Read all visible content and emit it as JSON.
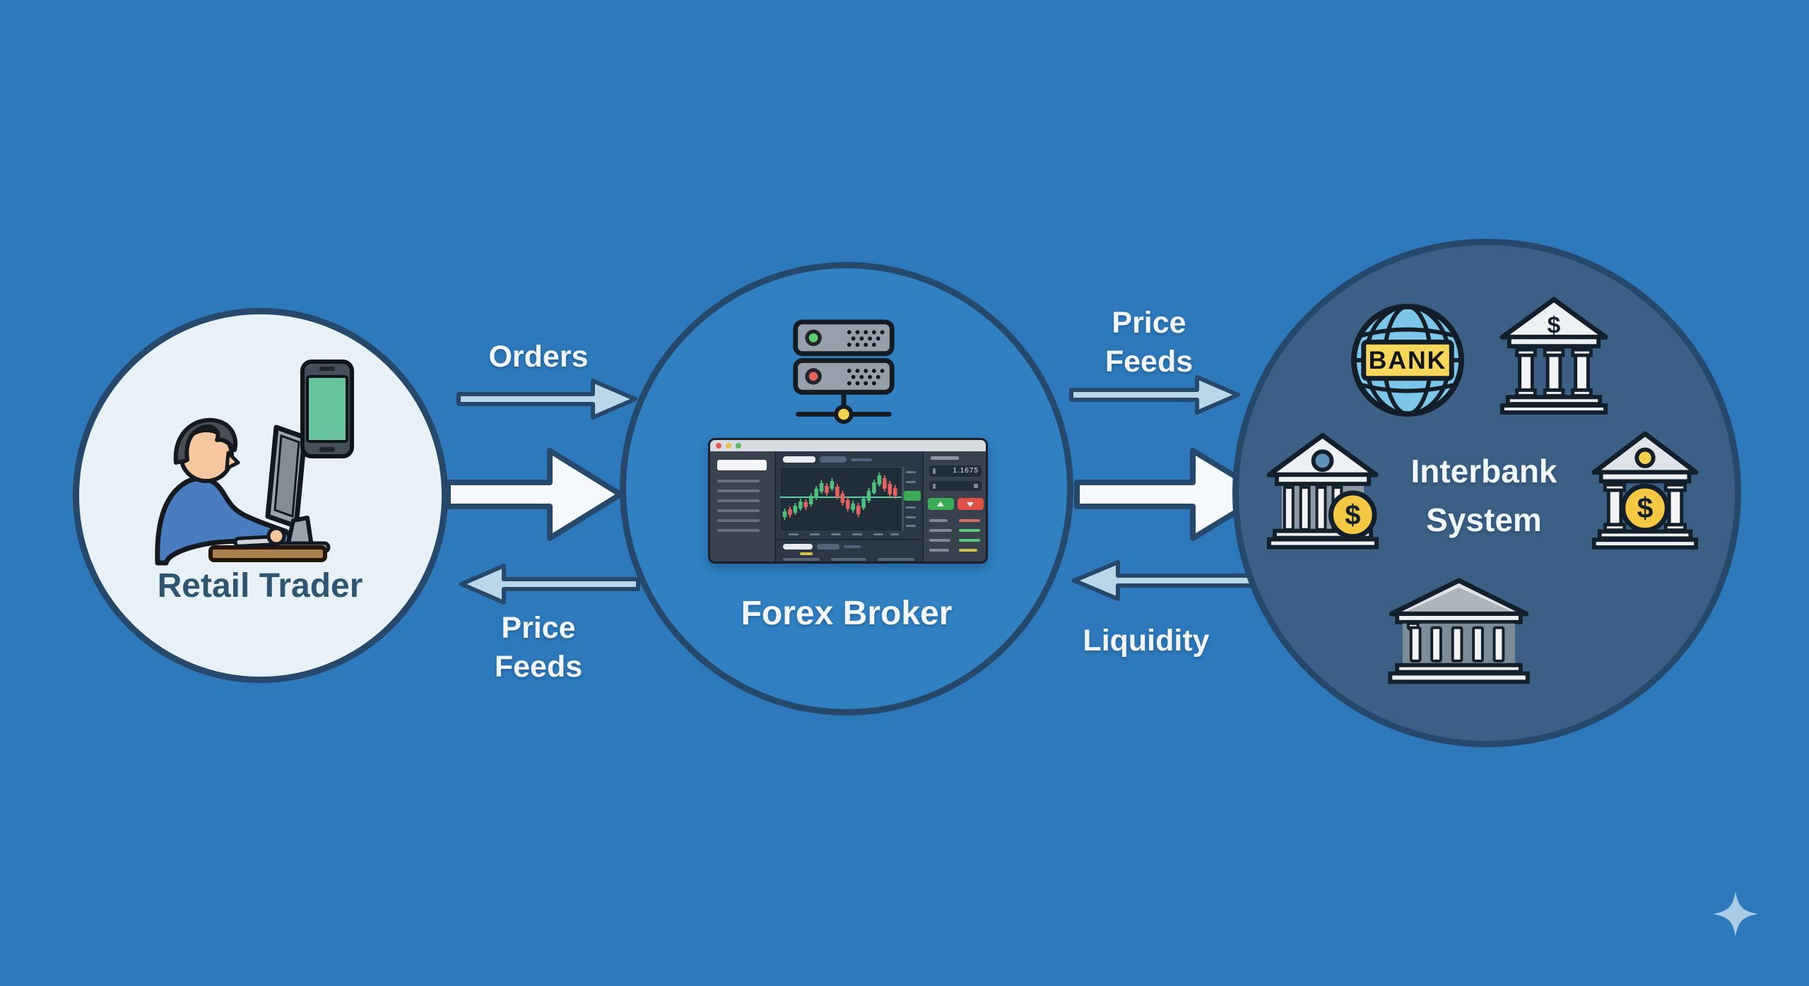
{
  "colors": {
    "background": "#2d79bc",
    "circle_border": "#26486a",
    "trader_circle_fill": "#e9f1f8",
    "broker_circle_fill": "#3080c2",
    "interbank_circle_fill": "#3b5f85",
    "thin_arrow_fill": "#bad7ea",
    "big_arrow_fill": "#f5f9fc",
    "label_light": "#f0f6fb",
    "label_dark": "#2f5570",
    "buy_green": "#3cab57",
    "sell_red": "#df4f43",
    "candle_green": "#4fbf7c",
    "candle_red": "#e2635f",
    "coin_yellow": "#f5c844",
    "globe_blue": "#7cc6e9",
    "banner_yellow": "#f6d65b"
  },
  "nodes": {
    "retail_trader": {
      "label": "Retail Trader"
    },
    "forex_broker": {
      "label": "Forex Broker"
    },
    "interbank": {
      "label": "Interbank System",
      "globe_badge": "BANK"
    }
  },
  "flows": {
    "orders": "Orders",
    "price_feeds_to_trader": "Price Feeds",
    "price_feeds_to_interbank": "Price Feeds",
    "liquidity": "Liquidity"
  },
  "platform": {
    "price_value": "1.1675"
  },
  "symbols": {
    "dollar": "$"
  }
}
